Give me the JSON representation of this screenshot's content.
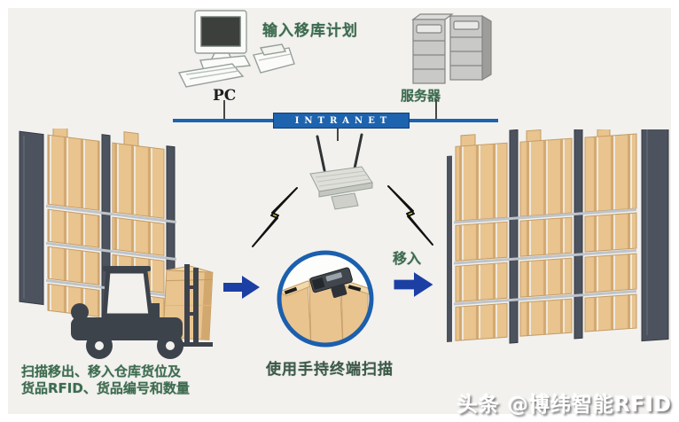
{
  "colors": {
    "bg": "#f2f1ee",
    "intranet_blue": "#1d63ae",
    "arrow_blue": "#1c3fa4",
    "box_tan": "#e9c48e",
    "box_shade": "#d3a86e",
    "panel_dark": "#4d535e",
    "label_green": "#3d6b4f",
    "caption_dark": "#3c5948",
    "lightning_yellow": "#f2e714",
    "circle_border": "#1b5fae",
    "line_dark": "#474747",
    "watermark_white": "#ffffff"
  },
  "top": {
    "plan_label": "输入移库计划",
    "pc_label": "PC",
    "server_label": "服务器",
    "intranet_label": "INTRANET"
  },
  "middle": {
    "move_in_label": "移入",
    "scan_caption": "使用手持终端扫描"
  },
  "bottom": {
    "caption_line1": "扫描移出、移入仓库货位及",
    "caption_line2": "货品RFID、货品编号和数量",
    "watermark": "头条 @博纬智能RFID"
  },
  "icons": {
    "pc": "desktop-computer-icon",
    "server": "server-towers-icon",
    "router": "wireless-router-icon",
    "lightning": "wireless-signal-bolt-icon",
    "scanner": "handheld-rfid-scanner-icon",
    "forklift": "forklift-icon",
    "rack_left": "warehouse-rack-source-icon",
    "rack_right": "warehouse-rack-destination-icon",
    "arrow": "flow-arrow-icon"
  }
}
